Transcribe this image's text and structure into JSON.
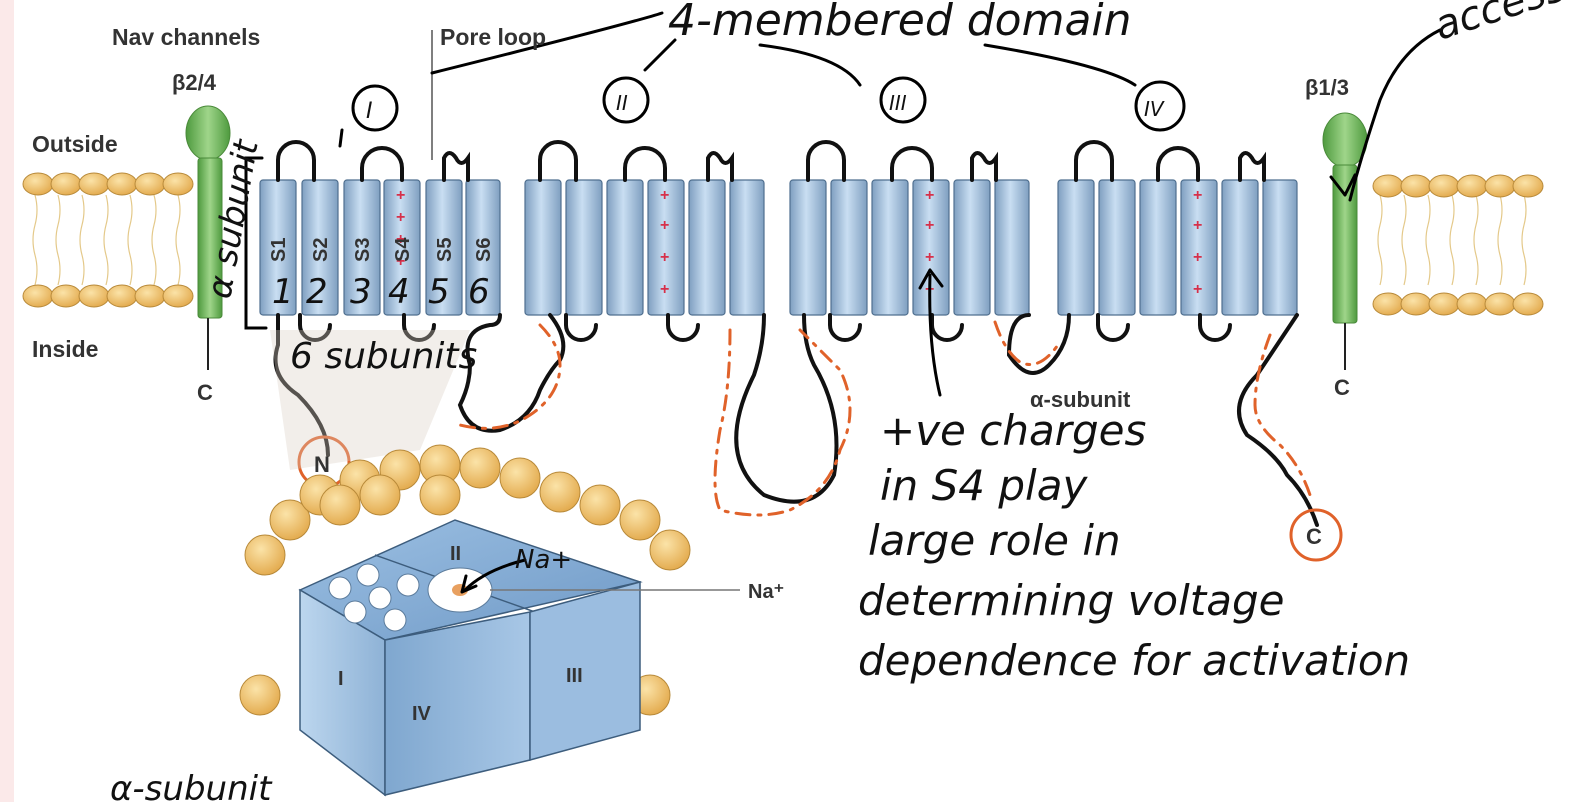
{
  "labels": {
    "nav_channels": "Nav channels",
    "pore_loop": "Pore loop",
    "outside": "Outside",
    "inside": "Inside",
    "beta24": "β2/4",
    "beta13": "β1/3",
    "c_left": "C",
    "c_right": "C",
    "c_end": "C",
    "n_term": "N",
    "alpha_subunit": "α-subunit",
    "na_plus": "Na⁺",
    "segments": [
      "S1",
      "S2",
      "S3",
      "S4",
      "S5",
      "S6"
    ],
    "domains": [
      "I",
      "II",
      "III",
      "IV"
    ],
    "cube_faces": [
      "II",
      "I",
      "IV",
      "III"
    ]
  },
  "annotations": {
    "membered_domain": "4-membered domain",
    "accessory": "accessory subunit",
    "alpha_subunit_hand": "α subunit",
    "six_subunits": "6 subunits",
    "numbers": [
      "1",
      "2",
      "3",
      "4",
      "5",
      "6"
    ],
    "na_hand": "Na+",
    "charge_line1": "+ve charges",
    "charge_line2": "in S4 play",
    "charge_line3": "large role in",
    "charge_line4": "determining voltage",
    "charge_line5": "dependence for activation",
    "bottom_partial": "α-subunit"
  },
  "colors": {
    "helix": "#a9c6e4",
    "lipid": "#f0c060",
    "beta": "#6db05a",
    "annotation_orange": "#e0622a",
    "plus_sign": "#d6304a"
  }
}
